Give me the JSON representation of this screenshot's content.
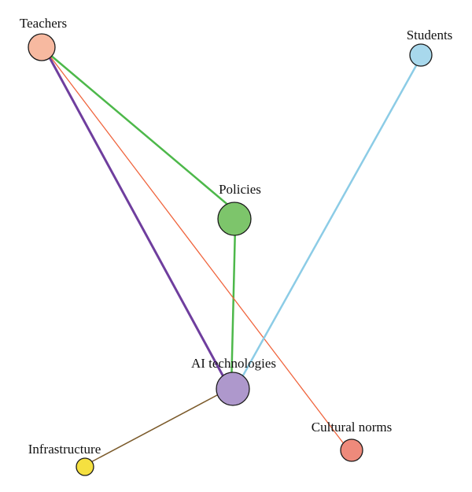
{
  "nodes": [
    {
      "id": "teachers",
      "label": "Teachers",
      "color": "#F7B9A0"
    },
    {
      "id": "students",
      "label": "Students",
      "color": "#A8D8EC"
    },
    {
      "id": "policies",
      "label": "Policies",
      "color": "#7DC56B"
    },
    {
      "id": "ai",
      "label": "AI technologies",
      "color": "#AE98CC"
    },
    {
      "id": "cultural",
      "label": "Cultural norms",
      "color": "#EE8A7B"
    },
    {
      "id": "infrastructure",
      "label": "Infrastructure",
      "color": "#F5E040"
    }
  ],
  "edges": [
    {
      "id": "teachers-policies",
      "from": "teachers",
      "to": "policies",
      "color": "#4DB84A"
    },
    {
      "id": "policies-ai",
      "from": "policies",
      "to": "ai",
      "color": "#4DB84A"
    },
    {
      "id": "teachers-ai",
      "from": "teachers",
      "to": "ai",
      "color": "#6F3E9E"
    },
    {
      "id": "teachers-cultural",
      "from": "teachers",
      "to": "cultural",
      "color": "#F0653E"
    },
    {
      "id": "students-ai",
      "from": "students",
      "to": "ai",
      "color": "#8CCCE6"
    },
    {
      "id": "ai-infrastructure",
      "from": "ai",
      "to": "infrastructure",
      "color": "#7B5A2A"
    }
  ]
}
